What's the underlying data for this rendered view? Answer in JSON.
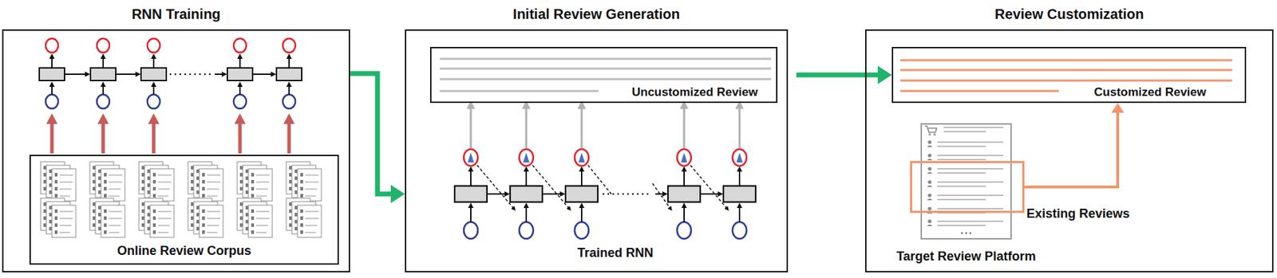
{
  "diagram": {
    "nodes": [
      {
        "text": [
          "RNN Training"
        ]
      },
      {
        "text": [
          "Online Review Corpus"
        ],
        "in": 0
      },
      {
        "text": [
          "Initial Review Generation"
        ]
      },
      {
        "text": [
          "Uncustomized Review"
        ],
        "in": 2
      },
      {
        "text": [
          "Review Customization"
        ]
      },
      {
        "text": [
          "Customized Review"
        ],
        "in": 4
      },
      {
        "text": [
          "Target Review Platform"
        ],
        "in": 4
      },
      {
        "text": [
          "Existing Reviews"
        ],
        "in": 4
      }
    ],
    "edges": [
      {
        "from": 0,
        "to": 2,
        "arrow": "to"
      },
      {
        "from": 2,
        "to": 5,
        "arrow": "to"
      },
      {
        "from": 7,
        "to": 5,
        "arrow": "to"
      }
    ],
    "labels": [
      "Trained RNN"
    ]
  }
}
